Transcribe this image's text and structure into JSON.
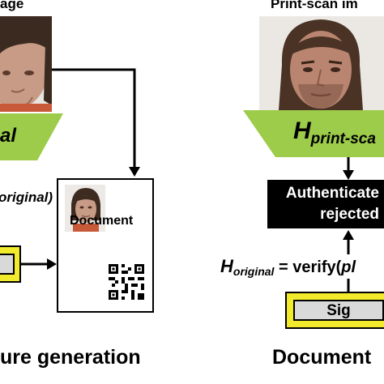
{
  "left_panel": {
    "image_heading": "age",
    "h_label": "al",
    "h_partial_label": "original)",
    "document_label": "Document",
    "caption": "ure generation"
  },
  "right_panel": {
    "image_heading": "Print-scan im",
    "h_symbol": "H",
    "h_subscript": "print-sca",
    "auth_line1": "Authenticate",
    "auth_line2": "rejected",
    "verify_h": "H",
    "verify_sub": "original",
    "verify_eq": " = verify(",
    "verify_arg": "pl",
    "sig_label": "Sig",
    "caption": "Document"
  },
  "colors": {
    "green": "#9ccc4a",
    "yellow": "#f2ea2c",
    "sig_gray": "#d9d9d9",
    "black": "#000000"
  }
}
